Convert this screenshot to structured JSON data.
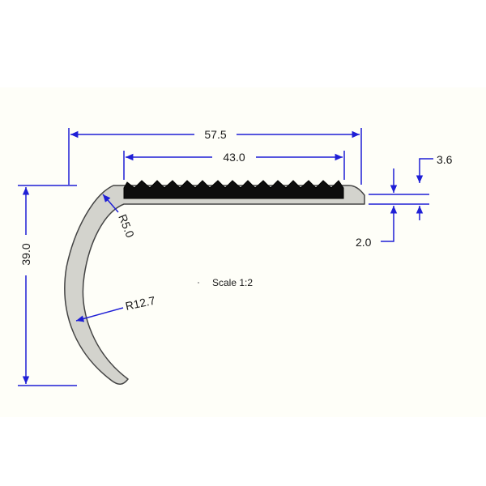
{
  "drawing": {
    "colors": {
      "dimension_line": "#1f1fd6",
      "profile_fill": "#d3d3cd",
      "profile_stroke": "#444444",
      "insert_fill": "#0d0d0d",
      "background": "#fefef8"
    },
    "dimensions": {
      "overall_width": "57.5",
      "insert_width": "43.0",
      "overall_height": "39.0",
      "insert_thickness": "3.6",
      "base_thickness": "2.0",
      "inner_radius": "R5.0",
      "outer_radius": "R12.7"
    },
    "scale_label": "Scale 1:2"
  }
}
